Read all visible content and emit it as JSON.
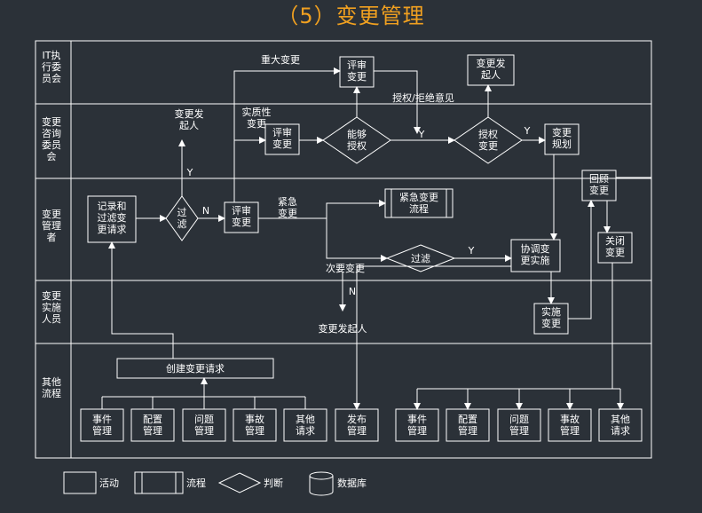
{
  "title": "（5）变更管理",
  "lanes": [
    "IT执\n行委\n员会",
    "变更\n咨询\n委员\n会",
    "变更\n管理\n者",
    "变更\n实施\n人员",
    "其他\n流程"
  ],
  "activities": {
    "review_major": "评审\n变更",
    "change_initiator_top": "变更发\n起人",
    "review_advisory": "评审\n变更",
    "change_planning": "变更\n规划",
    "record_filter": "记录和\n过滤变\n更请求",
    "review_manager": "评审\n变更",
    "coordinate": "协调变\n更实施",
    "close_change": "关闭\n变更",
    "review_back": "回顾\n变更",
    "implement": "实施\n变更",
    "create_request": "创建变更请求"
  },
  "processes": {
    "emergency_flow": "紧急变更\n流程"
  },
  "decisions": {
    "filter_main": "过\n滤",
    "can_authorize": "能够\n授权",
    "authorize": "授权\n变更",
    "filter_second": "过滤"
  },
  "bottom_left": [
    "事件\n管理",
    "配置\n管理",
    "问题\n管理",
    "事故\n管理",
    "其他\n请求",
    "发布\n管理"
  ],
  "bottom_right": [
    "事件\n管理",
    "配置\n管理",
    "问题\n管理",
    "事故\n管理",
    "其他\n请求"
  ],
  "labels": {
    "major_change": "重大变更",
    "auth_reject": "授权/拒绝意见",
    "change_initiator_left": "变更发\n起人",
    "substantive": "实质性\n变更",
    "emergency": "紧急\n变更",
    "minor": "次要变更",
    "change_initiator_bottom": "变更发起人",
    "y1": "Y",
    "y2": "Y",
    "y3": "Y",
    "y4": "Y",
    "n1": "N",
    "n2": "N"
  },
  "legend": [
    "活动",
    "流程",
    "判断",
    "数据库"
  ],
  "colors": {
    "title": "#f0a020",
    "line": "#ffffff",
    "bg": "#2b3138"
  }
}
